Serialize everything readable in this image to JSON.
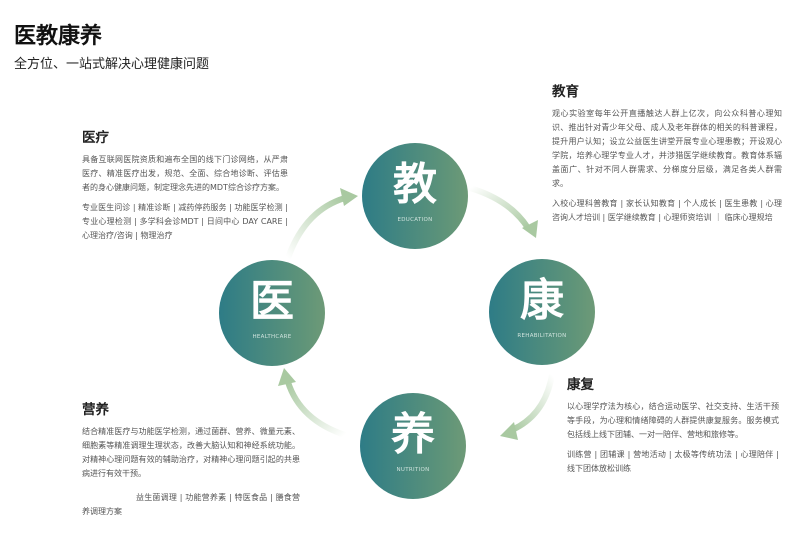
{
  "header": {
    "title": "医教康养",
    "subtitle": "全方位、一站式解决心理健康问题"
  },
  "colors": {
    "circle_start": "#2e7c86",
    "circle_end": "#6e9a78",
    "arrow": "#a9c9a1"
  },
  "circles": [
    {
      "char": "教",
      "en": "EDUCATION"
    },
    {
      "char": "康",
      "en": "REHABILITATION"
    },
    {
      "char": "养",
      "en": "NUTRITION"
    },
    {
      "char": "医",
      "en": "HEALTHCARE"
    }
  ],
  "sections": {
    "healthcare": {
      "title": "医疗",
      "body": "具备互联网医院资质和遍布全国的线下门诊网络，从严肃医疗、精准医疗出发，规范、全面、综合地诊断、评估患者的身心健康问题，制定理念先进的MDT综合诊疗方案。",
      "tags": "专业医生问诊 | 精准诊断 | 减药停药服务 | 功能医学检测 | 专业心理检测 | 多学科会诊MDT | 日间中心 DAY CARE | 心理治疗/咨询 | 物理治疗"
    },
    "education": {
      "title": "教育",
      "body": "观心实验室每年公开直播触达人群上亿次，向公众科普心理知识、推出针对青少年父母、成人及老年群体的相关的科普课程，提升用户认知；设立公益医生讲堂开展专业心理患教；开设观心学院，培养心理学专业人才，并涉猎医学继续教育。教育体系辐盖面广、针对不同人群需求、分梯度分层级，满足各类人群需求。",
      "tags": "入校心理科普教育 | 家长认知教育 | 个人成长 | 医生患教 | 心理咨询人才培训 | 医学继续教育 | 心理师资培训 ｜ 临床心理规培"
    },
    "nutrition": {
      "title": "营养",
      "body": "结合精准医疗与功能医学检测，通过菌群、营养、微量元素、细胞素等精准调理生理状态，改善大脑认知和神经系统功能。对精神心理问题有效的辅助治疗，对精神心理问题引起的共患病进行有效干预。",
      "tags": "益生菌调理 | 功能营养素 | 特医食品 | 膳食营养调理方案"
    },
    "rehabilitation": {
      "title": "康复",
      "body": "以心理学疗法为核心，结合运动医学、社交支持、生活干预等手段，为心理和情绪障碍的人群提供康复服务。服务模式包括线上线下团辅、一对一陪伴、营地和旅修等。",
      "tags": "训练营 | 团辅课 | 营地活动 | 太极等传统功法 | 心理陪伴 | 线下团体放松训练"
    }
  }
}
